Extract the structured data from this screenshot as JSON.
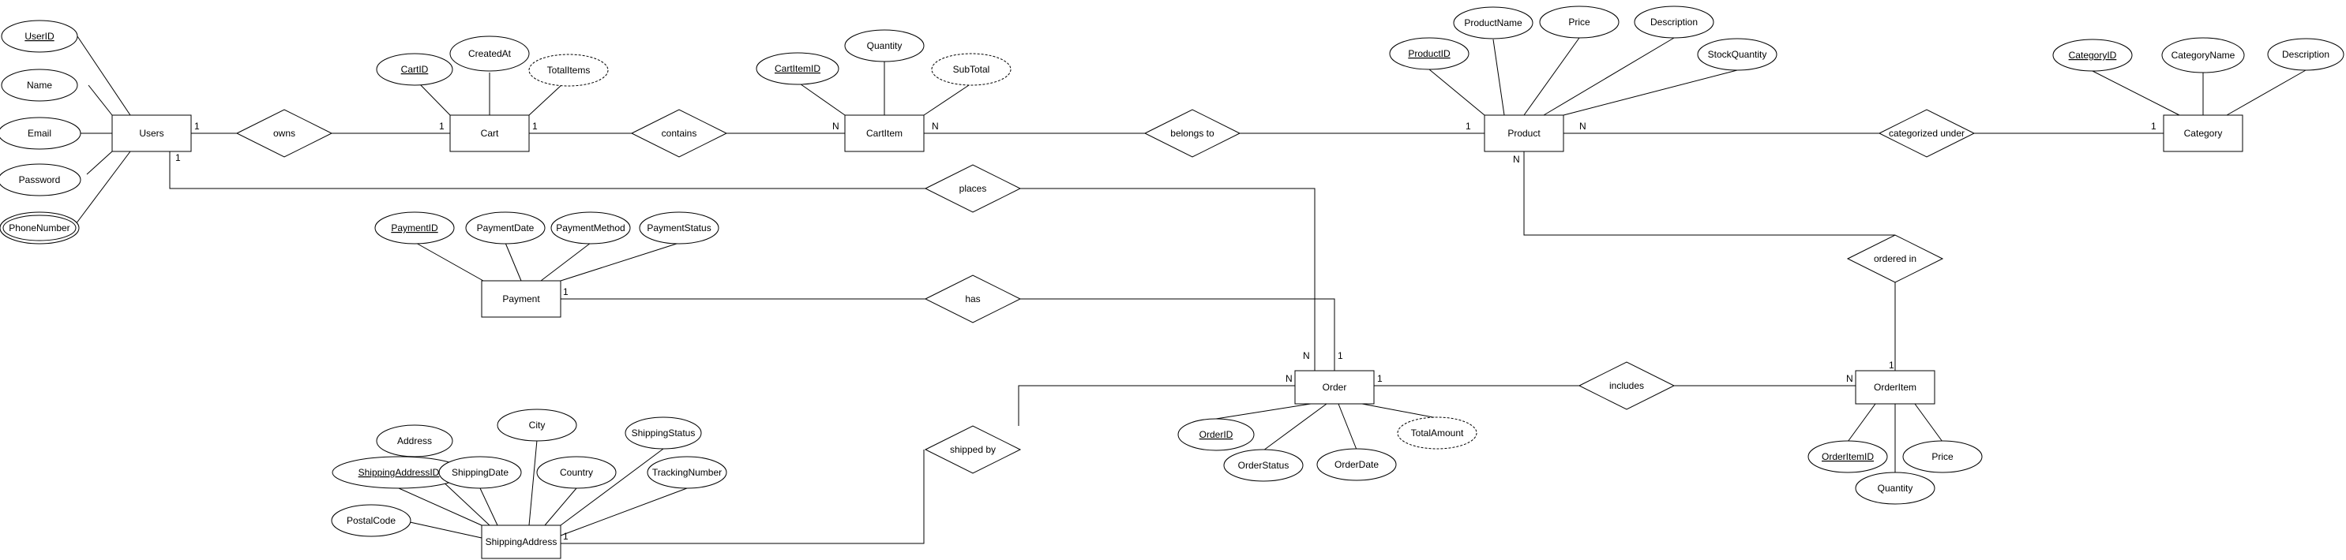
{
  "entities": {
    "users": "Users",
    "cart": "Cart",
    "cartitem": "CartItem",
    "product": "Product",
    "category": "Category",
    "payment": "Payment",
    "order": "Order",
    "orderitem": "OrderItem",
    "shippingaddress": "ShippingAddress"
  },
  "relationships": {
    "owns": "owns",
    "contains": "contains",
    "belongs_to": "belongs to",
    "categorized_under": "categorized under",
    "places": "places",
    "has": "has",
    "ordered_in": "ordered in",
    "includes": "includes",
    "shipped_by": "shipped by"
  },
  "attributes": {
    "user_id": "UserID",
    "name": "Name",
    "email": "Email",
    "password": "Password",
    "phone_number": "PhoneNumber",
    "cart_id": "CartID",
    "created_at": "CreatedAt",
    "total_items": "TotalItems",
    "cart_item_id": "CartItemID",
    "quantity": "Quantity",
    "sub_total": "SubTotal",
    "product_id": "ProductID",
    "product_name": "ProductName",
    "product_price": "Price",
    "product_description": "Description",
    "stock_quantity": "StockQuantity",
    "category_id": "CategoryID",
    "category_name": "CategoryName",
    "category_description": "Description",
    "payment_id": "PaymentID",
    "payment_date": "PaymentDate",
    "payment_method": "PaymentMethod",
    "payment_status": "PaymentStatus",
    "order_id": "OrderID",
    "order_status": "OrderStatus",
    "order_date": "OrderDate",
    "total_amount": "TotalAmount",
    "order_item_id": "OrderItemID",
    "order_item_quantity": "Quantity",
    "order_item_price": "Price",
    "address": "Address",
    "city": "City",
    "shipping_status": "ShippingStatus",
    "shipping_address_id": "ShippingAddressID",
    "shipping_date": "ShippingDate",
    "country": "Country",
    "tracking_number": "TrackingNumber",
    "postal_code": "PostalCode"
  },
  "cardinalities": {
    "users_owns": "1",
    "owns_cart": "1",
    "cart_contains": "1",
    "contains_cartitem": "N",
    "cartitem_belongs": "N",
    "belongs_product": "1",
    "product_categorized": "N",
    "categorized_category": "1",
    "users_places": "1",
    "places_order": "N",
    "payment_has": "1",
    "has_order": "1",
    "product_ordered": "N",
    "ordered_orderitem": "1",
    "order_includes": "1",
    "includes_orderitem": "N",
    "order_shipped": "N",
    "shipped_shippingaddress": "1"
  }
}
